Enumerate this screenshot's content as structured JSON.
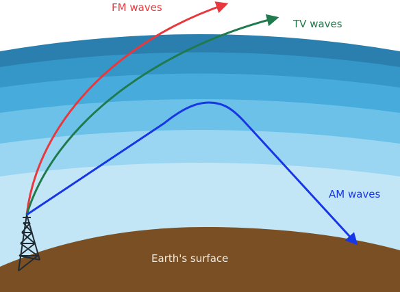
{
  "labels": {
    "fm": "FM waves",
    "tv": "TV waves",
    "am": "AM waves",
    "earth": "Earth's surface"
  },
  "colors": {
    "background": "#ffffff",
    "layer_1_outer": "#2a7fae",
    "layer_2": "#3497c8",
    "layer_3": "#47abdb",
    "layer_4": "#6cc1e8",
    "layer_5": "#9ad5f2",
    "layer_6_inner": "#c3e6f7",
    "earth": "#7a4f24",
    "tower": "#1f2a33",
    "fm_wave": "#e8383d",
    "tv_wave": "#1f7a4d",
    "am_wave": "#1736e6"
  },
  "icons": {
    "tower": "transmission-tower-icon"
  }
}
